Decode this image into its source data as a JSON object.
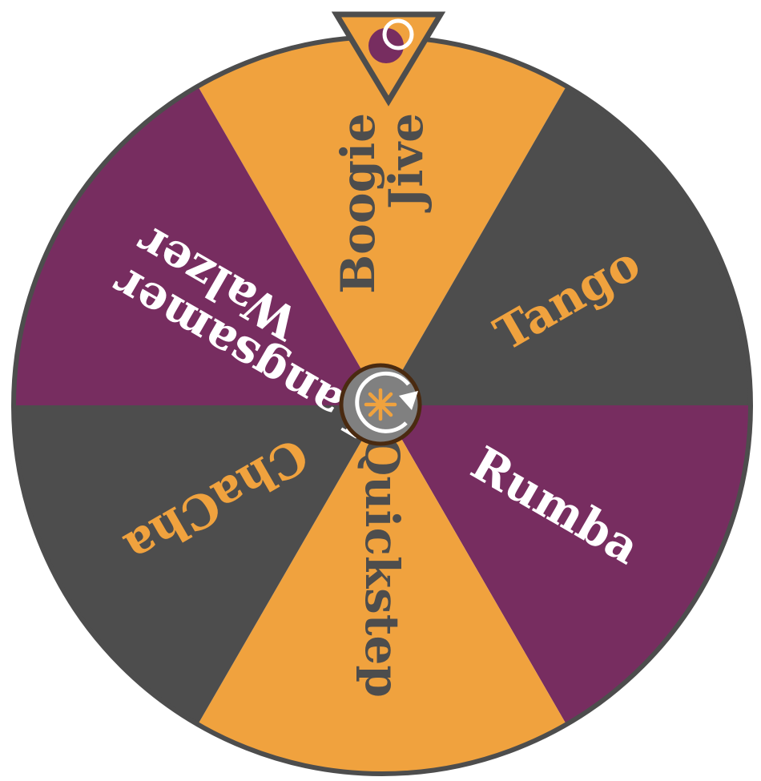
{
  "wheel": {
    "segments": [
      {
        "lines": [
          "Boogie",
          "Jive"
        ],
        "fill": "#F0A23E",
        "text_color": "#4D4D4D"
      },
      {
        "lines": [
          "Tango"
        ],
        "fill": "#4D4D4D",
        "text_color": "#F0A23E"
      },
      {
        "lines": [
          "Rumba"
        ],
        "fill": "#772D60",
        "text_color": "#FFFFFF"
      },
      {
        "lines": [
          "Quickstep"
        ],
        "fill": "#F0A23E",
        "text_color": "#4D4D4D"
      },
      {
        "lines": [
          "ChaCha"
        ],
        "fill": "#4D4D4D",
        "text_color": "#F0A23E"
      },
      {
        "lines": [
          "Langsamer",
          "Walzer"
        ],
        "fill": "#772D60",
        "text_color": "#FFFFFF"
      }
    ],
    "rim_color": "#4D4D4D",
    "pointer_colors": {
      "fill": "#F0A23E",
      "stroke": "#4D4D4D",
      "dot": "#772D60",
      "ring": "#FFFFFF"
    },
    "spin_button_colors": {
      "fill": "#808080",
      "stroke": "#4A2A10",
      "star": "#F0A23E",
      "arrow": "#FFFFFF"
    }
  }
}
